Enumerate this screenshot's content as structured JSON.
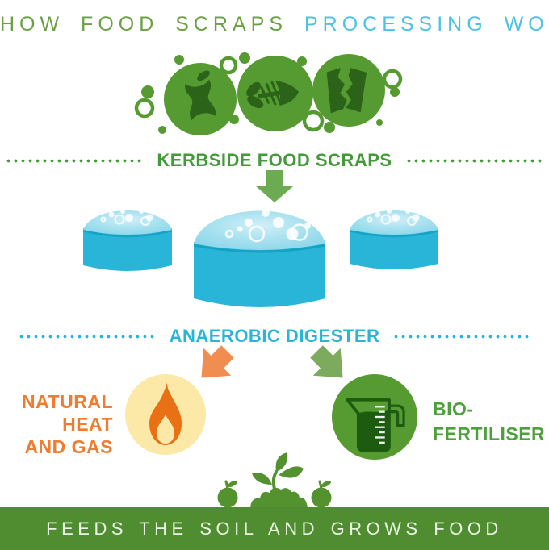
{
  "title": {
    "part_green": "HOW FOOD SCRAPS",
    "part_blue": "PROCESSING WORKS"
  },
  "stage_input": {
    "label": "KERBSIDE FOOD SCRAPS",
    "icons": [
      {
        "name": "apple-core"
      },
      {
        "name": "fish-bones"
      },
      {
        "name": "torn-paper"
      }
    ]
  },
  "stage_digester": {
    "label": "ANAEROBIC DIGESTER",
    "tank_count": 3
  },
  "output_heat": {
    "lines": [
      "NATURAL",
      "HEAT",
      "AND GAS"
    ],
    "icon": "flame"
  },
  "output_fertiliser": {
    "lines": [
      "BIO-",
      "FERTILISER"
    ],
    "icon": "measuring-jug"
  },
  "footer": {
    "text": "FEEDS THE SOIL AND GROWS FOOD",
    "icon": "sprout-and-apples"
  },
  "colors": {
    "title_green": "#6ba144",
    "title_blue": "#4cc2e5",
    "scraps_circle_green": "#569b31",
    "icon_dark_green": "#2b6318",
    "kerbside_label_green": "#449a3a",
    "digester_cyan": "#29b5d8",
    "down_arrow_green": "#6cab52",
    "heat_arrow_orange": "#ef8e50",
    "fertiliser_arrow_sage": "#7dab5e",
    "heat_text_orange": "#f07c2f",
    "flame_circle_yellow": "#fce8a7",
    "flame_orange": "#e97014",
    "fertiliser_text_green": "#4da03c",
    "jug_liquid_dark_green": "#1d5c10",
    "banner_green": "#4f8d30",
    "sprout_green": "#549230"
  }
}
